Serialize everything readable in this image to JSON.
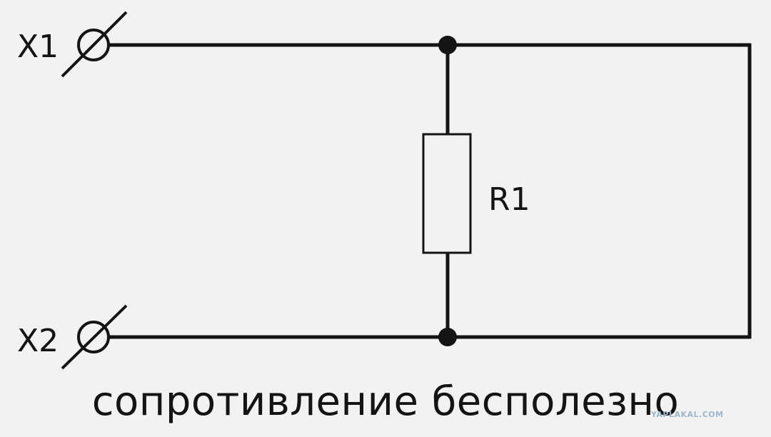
{
  "terminals": {
    "top": "X1",
    "bottom": "X2"
  },
  "resistor": {
    "label": "R1"
  },
  "caption": "сопротивление бесполезно",
  "watermark": "YAPLAKAL.COM",
  "colors": {
    "ink": "#141414",
    "background": "#f2f2f2",
    "watermark": "#9fb6cc"
  }
}
